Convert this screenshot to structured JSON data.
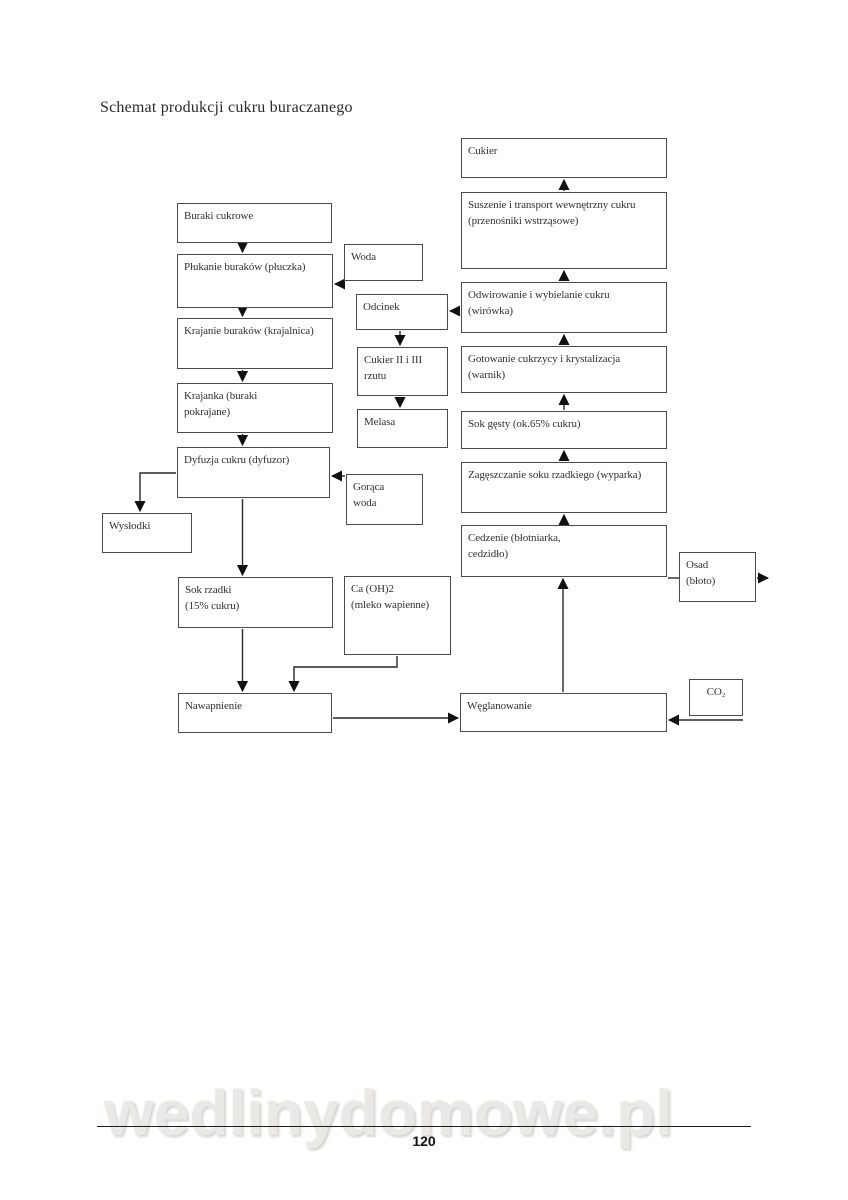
{
  "page": {
    "title": "Schemat produkcji cukru buraczanego",
    "footer": {
      "watermark": "wedlinydomowe.pl",
      "page_number": "120"
    }
  },
  "diagram": {
    "boxes": {
      "buraki_cukrowe": "Buraki cukrowe",
      "plukanie": "Płukanie buraków (płuczka)",
      "krajanie": "Krajanie buraków (krajalnica)",
      "krajanka": "Krajanka (buraki\npokrajane)",
      "dyfuzja": "Dyfuzja cukru (dyfuzor)",
      "wyslodki": "Wysłodki",
      "sok_rzadki": "Sok rzadki\n(15% cukru)",
      "nawapnienie": "Nawapnienie",
      "woda": "Woda",
      "odcinek": "Odcinek",
      "cukier_ii_iii": "Cukier II i III\nrzutu",
      "melasa": "Melasa",
      "goraca_woda": "Gorąca\nwoda",
      "ca_oh2": "Ca (OH)2\n(mleko wapienne)",
      "cukier": "Cukier",
      "suszenie": "Suszenie i transport wewnętrzny cukru\n(przenośniki wstrząsowe)",
      "odwirowanie": "Odwirowanie i wybielanie cukru\n(wirówka)",
      "gotowanie": "Gotowanie cukrzycy i krystalizacja\n(warnik)",
      "sok_gesty": "Sok gęsty (ok.65% cukru)",
      "zageszczanie": "Zagęszczanie soku rzadkiego (wyparka)",
      "cedzenie": "Cedzenie (błotniarka,\ncedzidło)",
      "weglanowanie": "Węglanowanie",
      "osad": "Osad\n(błoto)",
      "co2": "CO₂"
    }
  }
}
